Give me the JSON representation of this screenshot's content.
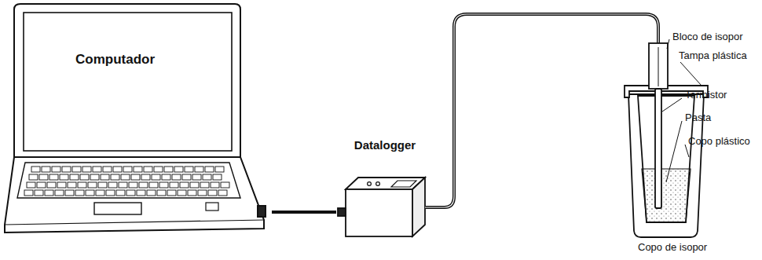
{
  "diagram": {
    "nodes": [
      {
        "text": [
          "Computador"
        ]
      },
      {
        "text": [
          "Datalogger"
        ]
      }
    ],
    "edges": [
      {
        "from": 0,
        "to": 1,
        "arrow": "none"
      }
    ],
    "labels": [
      "Bloco de isopor",
      "Tampa plástica",
      "Termistor",
      "Pasta",
      "Copo plástico",
      "Copo de isopor"
    ]
  }
}
